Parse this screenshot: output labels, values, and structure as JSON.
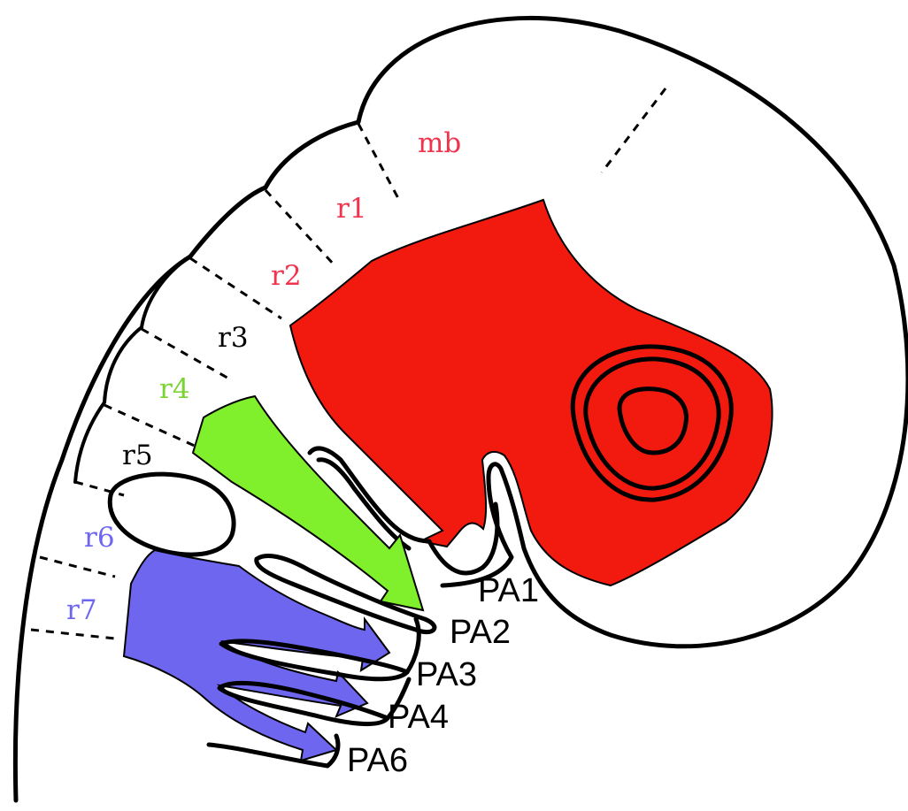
{
  "labels": {
    "mb": "mb",
    "r1": "r1",
    "r2": "r2",
    "r3": "r3",
    "r4": "r4",
    "r5": "r5",
    "r6": "r6",
    "r7": "r7",
    "pa1": "PA1",
    "pa2": "PA2",
    "pa3": "PA3",
    "pa4": "PA4",
    "pa6": "PA6"
  },
  "colors": {
    "red_region": "#f21a0f",
    "green_arrow": "#7ff02b",
    "blue_region": "#6f66f0",
    "label_red": "#f0344e",
    "label_green": "#7bd433",
    "label_blue": "#6f66f0",
    "label_black": "#000000"
  }
}
